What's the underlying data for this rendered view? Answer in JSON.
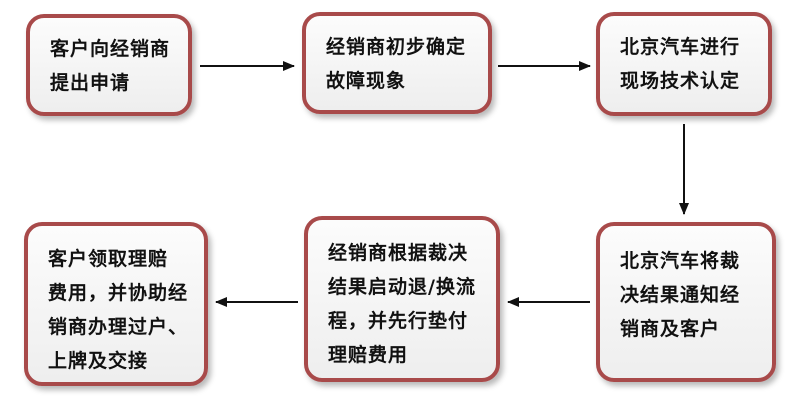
{
  "steps": [
    {
      "text": "客户向经销商\n提出申请"
    },
    {
      "text": "经销商初步确定\n故障现象"
    },
    {
      "text": "北京汽车进行\n现场技术认定"
    },
    {
      "text": "北京汽车将裁\n决结果通知经\n销商及客户"
    },
    {
      "text": "经销商根据裁决\n结果启动退/换流\n程，并先行垫付\n理赔费用"
    },
    {
      "text": "客户领取理赔\n费用，并协助经\n销商办理过户、\n上牌及交接"
    }
  ],
  "colors": {
    "box_border": "#a84a4a",
    "arrow": "#111111"
  }
}
